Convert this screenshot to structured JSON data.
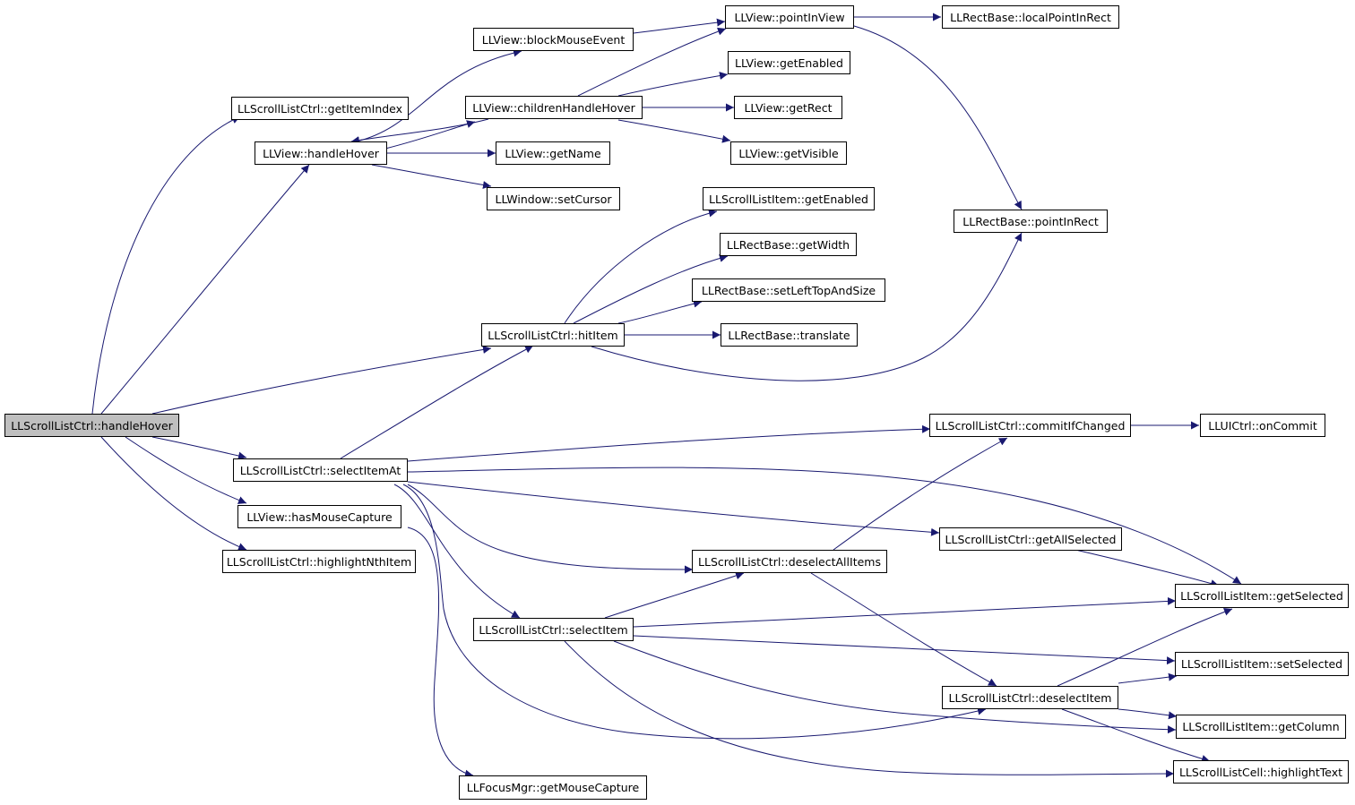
{
  "colors": {
    "edge": "#191970",
    "root_fill": "#bfbfbf",
    "node_fill": "#ffffff",
    "border": "#000000"
  },
  "nodes": {
    "n_root": {
      "label": "LLScrollListCtrl::handleHover",
      "root": true
    },
    "n_gii": {
      "label": "LLScrollListCtrl::getItemIndex"
    },
    "n_hh": {
      "label": "LLView::handleHover"
    },
    "n_bme": {
      "label": "LLView::blockMouseEvent"
    },
    "n_piv": {
      "label": "LLView::pointInView"
    },
    "n_lpir": {
      "label": "LLRectBase::localPointInRect"
    },
    "n_ge": {
      "label": "LLView::getEnabled"
    },
    "n_chh": {
      "label": "LLView::childrenHandleHover"
    },
    "n_gr": {
      "label": "LLView::getRect"
    },
    "n_gn": {
      "label": "LLView::getName"
    },
    "n_gv": {
      "label": "LLView::getVisible"
    },
    "n_sc": {
      "label": "LLWindow::setCursor"
    },
    "n_slige": {
      "label": "LLScrollListItem::getEnabled"
    },
    "n_pir": {
      "label": "LLRectBase::pointInRect"
    },
    "n_gw": {
      "label": "LLRectBase::getWidth"
    },
    "n_sltas": {
      "label": "LLRectBase::setLeftTopAndSize"
    },
    "n_hi": {
      "label": "LLScrollListCtrl::hitItem"
    },
    "n_tr": {
      "label": "LLRectBase::translate"
    },
    "n_cic": {
      "label": "LLScrollListCtrl::commitIfChanged"
    },
    "n_oc": {
      "label": "LLUICtrl::onCommit"
    },
    "n_sia": {
      "label": "LLScrollListCtrl::selectItemAt"
    },
    "n_hmc": {
      "label": "LLView::hasMouseCapture"
    },
    "n_gas": {
      "label": "LLScrollListCtrl::getAllSelected"
    },
    "n_hni": {
      "label": "LLScrollListCtrl::highlightNthItem"
    },
    "n_dai": {
      "label": "LLScrollListCtrl::deselectAllItems"
    },
    "n_gs": {
      "label": "LLScrollListItem::getSelected"
    },
    "n_si": {
      "label": "LLScrollListCtrl::selectItem"
    },
    "n_ss": {
      "label": "LLScrollListItem::setSelected"
    },
    "n_di": {
      "label": "LLScrollListCtrl::deselectItem"
    },
    "n_gc": {
      "label": "LLScrollListItem::getColumn"
    },
    "n_ht": {
      "label": "LLScrollListCell::highlightText"
    },
    "n_gmc": {
      "label": "LLFocusMgr::getMouseCapture"
    }
  }
}
